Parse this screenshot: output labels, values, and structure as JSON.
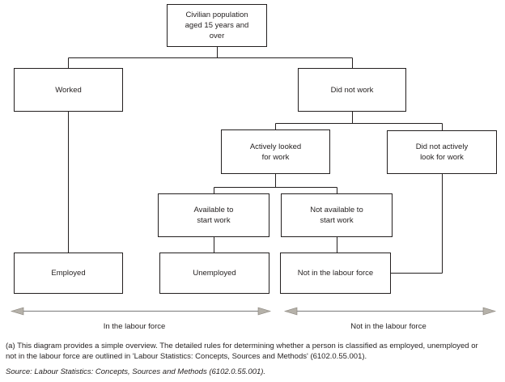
{
  "diagram": {
    "title_implicit": "Labour force classification flowchart",
    "nodes": {
      "civilian": "Civilian population\naged 15 years and\nover",
      "worked": "Worked",
      "did_not_work": "Did not work",
      "actively_looked": "Actively looked\nfor work",
      "did_not_actively": "Did not actively\nlook for work",
      "available": "Available to\nstart work",
      "not_available": "Not available to\nstart work",
      "employed": "Employed",
      "unemployed": "Unemployed",
      "not_in_labour_force": "Not in the labour force"
    },
    "axis_labels": {
      "in_labour_force": "In the labour force",
      "not_in_labour_force": "Not in the labour force"
    },
    "colors": {
      "box_border": "#231f1f",
      "text": "#231f1f",
      "connector": "#231f1f",
      "arrow_line": "#8c8c8c",
      "arrow_head_fill": "#b5b1a9",
      "arrow_head_stroke": "#847f77"
    }
  },
  "footnote": {
    "line1": "(a) This diagram provides a simple overview. The detailed rules for determining whether a person is classified as employed, unemployed or",
    "line2": "not in the labour force are outlined in 'Labour Statistics: Concepts, Sources and Methods' (6102.0.55.001)."
  },
  "source": "Source: Labour Statistics: Concepts, Sources and Methods (6102.0.55.001)."
}
